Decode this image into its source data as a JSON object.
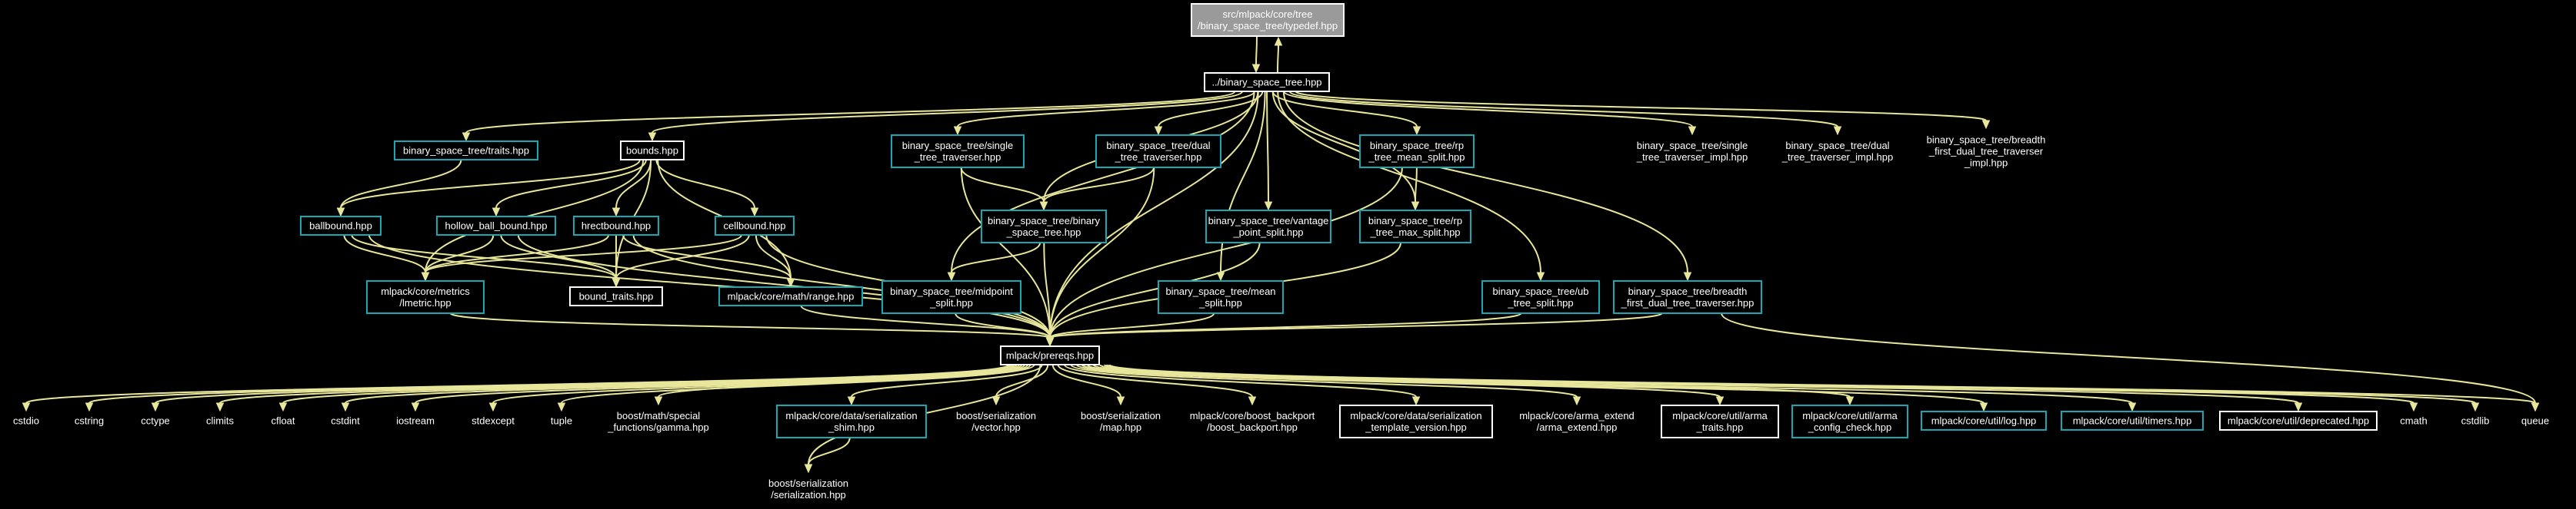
{
  "colors": {
    "background": "#000000",
    "edge": "#e8e69a",
    "border_cyan": "#17a8b5",
    "border_white": "#ffffff",
    "root_fill": "#9a9a9a",
    "text": "#ffffff"
  },
  "nodes": {
    "typedef": [
      "src/mlpack/core/tree",
      "/binary_space_tree/typedef.hpp"
    ],
    "bst": [
      "../binary_space_tree.hpp"
    ],
    "traits": [
      "binary_space_tree/traits.hpp"
    ],
    "bounds": [
      "bounds.hpp"
    ],
    "single_trav": [
      "binary_space_tree/single",
      "_tree_traverser.hpp"
    ],
    "dual_trav": [
      "binary_space_tree/dual",
      "_tree_traverser.hpp"
    ],
    "rp_mean": [
      "binary_space_tree/rp",
      "_tree_mean_split.hpp"
    ],
    "single_impl": [
      "binary_space_tree/single",
      "_tree_traverser_impl.hpp"
    ],
    "dual_impl": [
      "binary_space_tree/dual",
      "_tree_traverser_impl.hpp"
    ],
    "bfd_impl": [
      "binary_space_tree/breadth",
      "_first_dual_tree_traverser",
      "_impl.hpp"
    ],
    "ballbound": [
      "ballbound.hpp"
    ],
    "hollow": [
      "hollow_ball_bound.hpp"
    ],
    "hrect": [
      "hrectbound.hpp"
    ],
    "cell": [
      "cellbound.hpp"
    ],
    "bst_binary": [
      "binary_space_tree/binary",
      "_space_tree.hpp"
    ],
    "vantage": [
      "binary_space_tree/vantage",
      "_point_split.hpp"
    ],
    "rp_max": [
      "binary_space_tree/rp",
      "_tree_max_split.hpp"
    ],
    "lmetric": [
      "mlpack/core/metrics",
      "/lmetric.hpp"
    ],
    "bound_traits": [
      "bound_traits.hpp"
    ],
    "range": [
      "mlpack/core/math/range.hpp"
    ],
    "midpoint": [
      "binary_space_tree/midpoint",
      "_split.hpp"
    ],
    "mean_split": [
      "binary_space_tree/mean",
      "_split.hpp"
    ],
    "ub": [
      "binary_space_tree/ub",
      "_tree_split.hpp"
    ],
    "bfd": [
      "binary_space_tree/breadth",
      "_first_dual_tree_traverser.hpp"
    ],
    "prereqs": [
      "mlpack/prereqs.hpp"
    ],
    "cstdio": [
      "cstdio"
    ],
    "cstring": [
      "cstring"
    ],
    "cctype": [
      "cctype"
    ],
    "climits": [
      "climits"
    ],
    "cfloat": [
      "cfloat"
    ],
    "cstdint": [
      "cstdint"
    ],
    "iostream": [
      "iostream"
    ],
    "stdexcept": [
      "stdexcept"
    ],
    "tuple": [
      "tuple"
    ],
    "gamma": [
      "boost/math/special",
      "_functions/gamma.hpp"
    ],
    "shim": [
      "mlpack/core/data/serialization",
      "_shim.hpp"
    ],
    "vector": [
      "boost/serialization",
      "/vector.hpp"
    ],
    "map": [
      "boost/serialization",
      "/map.hpp"
    ],
    "backport": [
      "mlpack/core/boost_backport",
      "/boost_backport.hpp"
    ],
    "template_version": [
      "mlpack/core/data/serialization",
      "_template_version.hpp"
    ],
    "arma_extend": [
      "mlpack/core/arma_extend",
      "/arma_extend.hpp"
    ],
    "arma_traits": [
      "mlpack/core/util/arma",
      "_traits.hpp"
    ],
    "config_check": [
      "mlpack/core/util/arma",
      "_config_check.hpp"
    ],
    "log": [
      "mlpack/core/util/log.hpp"
    ],
    "timers": [
      "mlpack/core/util/timers.hpp"
    ],
    "deprecated": [
      "mlpack/core/util/deprecated.hpp"
    ],
    "cmath": [
      "cmath"
    ],
    "cstdlib": [
      "cstdlib"
    ],
    "queue": [
      "queue"
    ],
    "serialization": [
      "boost/serialization",
      "/serialization.hpp"
    ]
  }
}
